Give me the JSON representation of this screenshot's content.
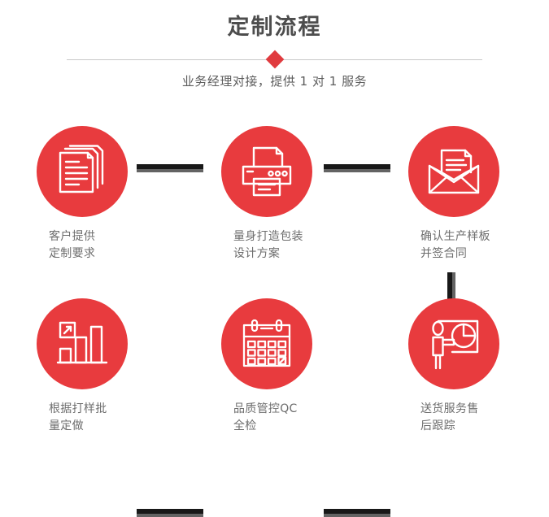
{
  "header": {
    "title": "定制流程",
    "subtitle": "业务经理对接，提供 1 对 1 服务",
    "divider_icon": "diamond-marker",
    "accent_color": "#e03a3e",
    "title_color": "#4d4d4d",
    "subtitle_color": "#5d5d5d"
  },
  "theme": {
    "circle_color": "#e83b3e",
    "connector_dark": "#181818",
    "connector_gray": "#636363",
    "label_color": "#6d6d6d",
    "background": "#ffffff"
  },
  "flow": {
    "rows": [
      {
        "steps": [
          {
            "index": 1,
            "icon": "documents-icon",
            "label": "客户提供\n定制要求"
          },
          {
            "index": 2,
            "icon": "printer-icon",
            "label": "量身打造包装\n设计方案"
          },
          {
            "index": 3,
            "icon": "envelope-document-icon",
            "label": "确认生产样板\n并签合同"
          }
        ]
      },
      {
        "steps": [
          {
            "index": 4,
            "icon": "bar-chart-growth-icon",
            "label": "根据打样批\n量定做"
          },
          {
            "index": 5,
            "icon": "calendar-check-icon",
            "label": "品质管控QC\n全检"
          },
          {
            "index": 6,
            "icon": "presenter-pie-chart-icon",
            "label": "送货服务售\n后跟踪"
          }
        ]
      }
    ],
    "connectors": {
      "horizontal_count": 4,
      "vertical_count": 1
    }
  }
}
